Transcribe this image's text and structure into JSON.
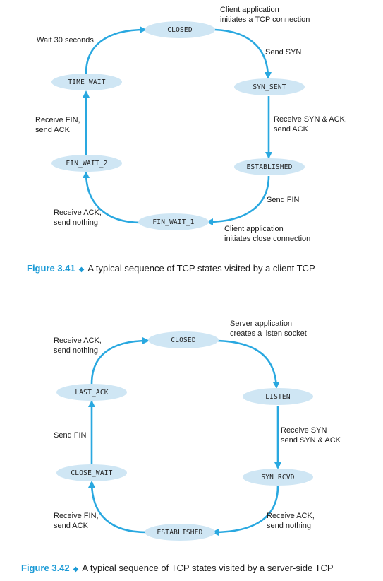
{
  "figure1": {
    "states": {
      "closed": "CLOSED",
      "syn_sent": "SYN_SENT",
      "established": "ESTABLISHED",
      "fin_wait_1": "FIN_WAIT_1",
      "fin_wait_2": "FIN_WAIT_2",
      "time_wait": "TIME_WAIT"
    },
    "labels": {
      "client_connect": "Client application\ninitiates a TCP connection",
      "send_syn": "Send SYN",
      "receive_syn_ack": "Receive SYN & ACK,\nsend ACK",
      "send_fin": "Send FIN",
      "client_close": "Client application\ninitiates close connection",
      "receive_ack_nothing": "Receive ACK,\nsend nothing",
      "receive_fin_ack": "Receive FIN,\nsend ACK",
      "wait_30": "Wait 30 seconds"
    },
    "caption": {
      "number": "Figure 3.41",
      "text": "A typical sequence of TCP states visited by a client TCP"
    }
  },
  "figure2": {
    "states": {
      "closed": "CLOSED",
      "listen": "LISTEN",
      "syn_rcvd": "SYN_RCVD",
      "established": "ESTABLISHED",
      "close_wait": "CLOSE_WAIT",
      "last_ack": "LAST_ACK"
    },
    "labels": {
      "server_listen": "Server application\ncreates a listen socket",
      "receive_syn": "Receive SYN\nsend SYN & ACK",
      "receive_ack_nothing_right": "Receive ACK,\nsend nothing",
      "receive_fin_ack": "Receive FIN,\nsend ACK",
      "send_fin": "Send FIN",
      "receive_ack_nothing_left": "Receive ACK,\nsend nothing"
    },
    "caption": {
      "number": "Figure 3.42",
      "text": "A typical sequence of TCP states visited by a server-side TCP"
    }
  },
  "colors": {
    "arrow": "#29a8e0",
    "state_fill": "#cfe6f4",
    "caption_accent": "#1a9ad6"
  }
}
